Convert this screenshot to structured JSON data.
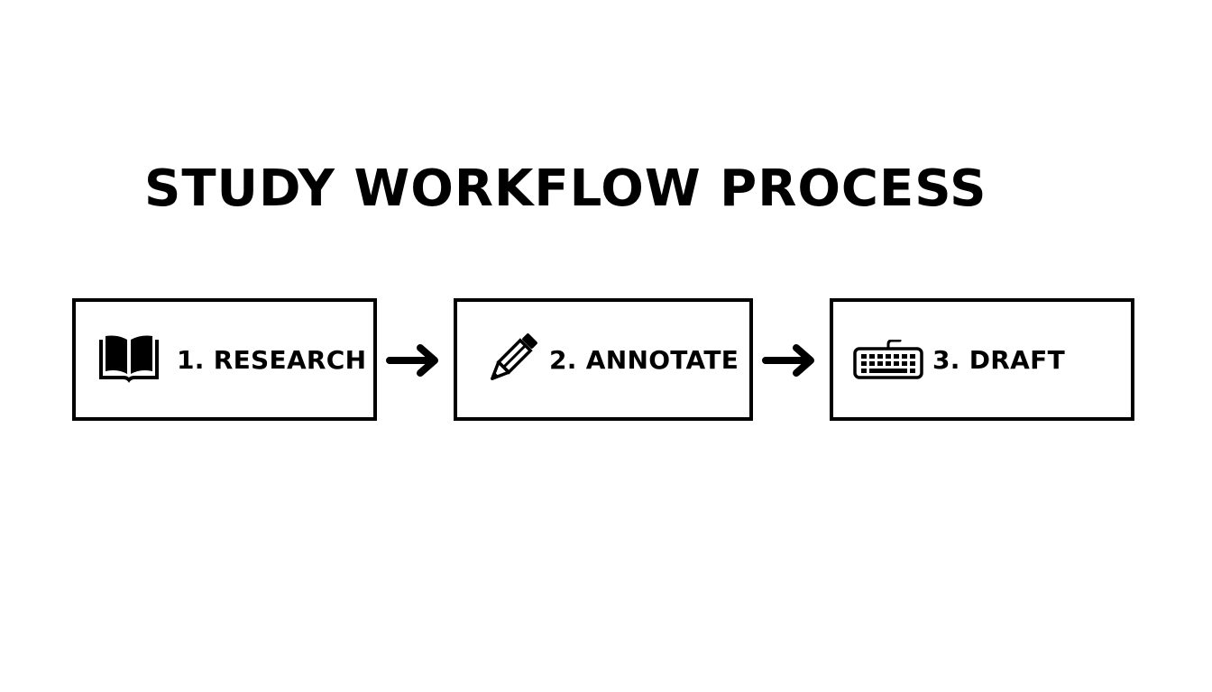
{
  "title": "STUDY WORKFLOW PROCESS",
  "steps": [
    {
      "label": "1. RESEARCH",
      "icon": "open-book-icon"
    },
    {
      "label": "2. ANNOTATE",
      "icon": "pencil-icon"
    },
    {
      "label": "3. DRAFT",
      "icon": "keyboard-icon"
    }
  ],
  "connectors": [
    {
      "icon": "arrow-right-icon"
    },
    {
      "icon": "arrow-right-icon"
    }
  ],
  "colors": {
    "background": "#ffffff",
    "foreground": "#000000"
  }
}
